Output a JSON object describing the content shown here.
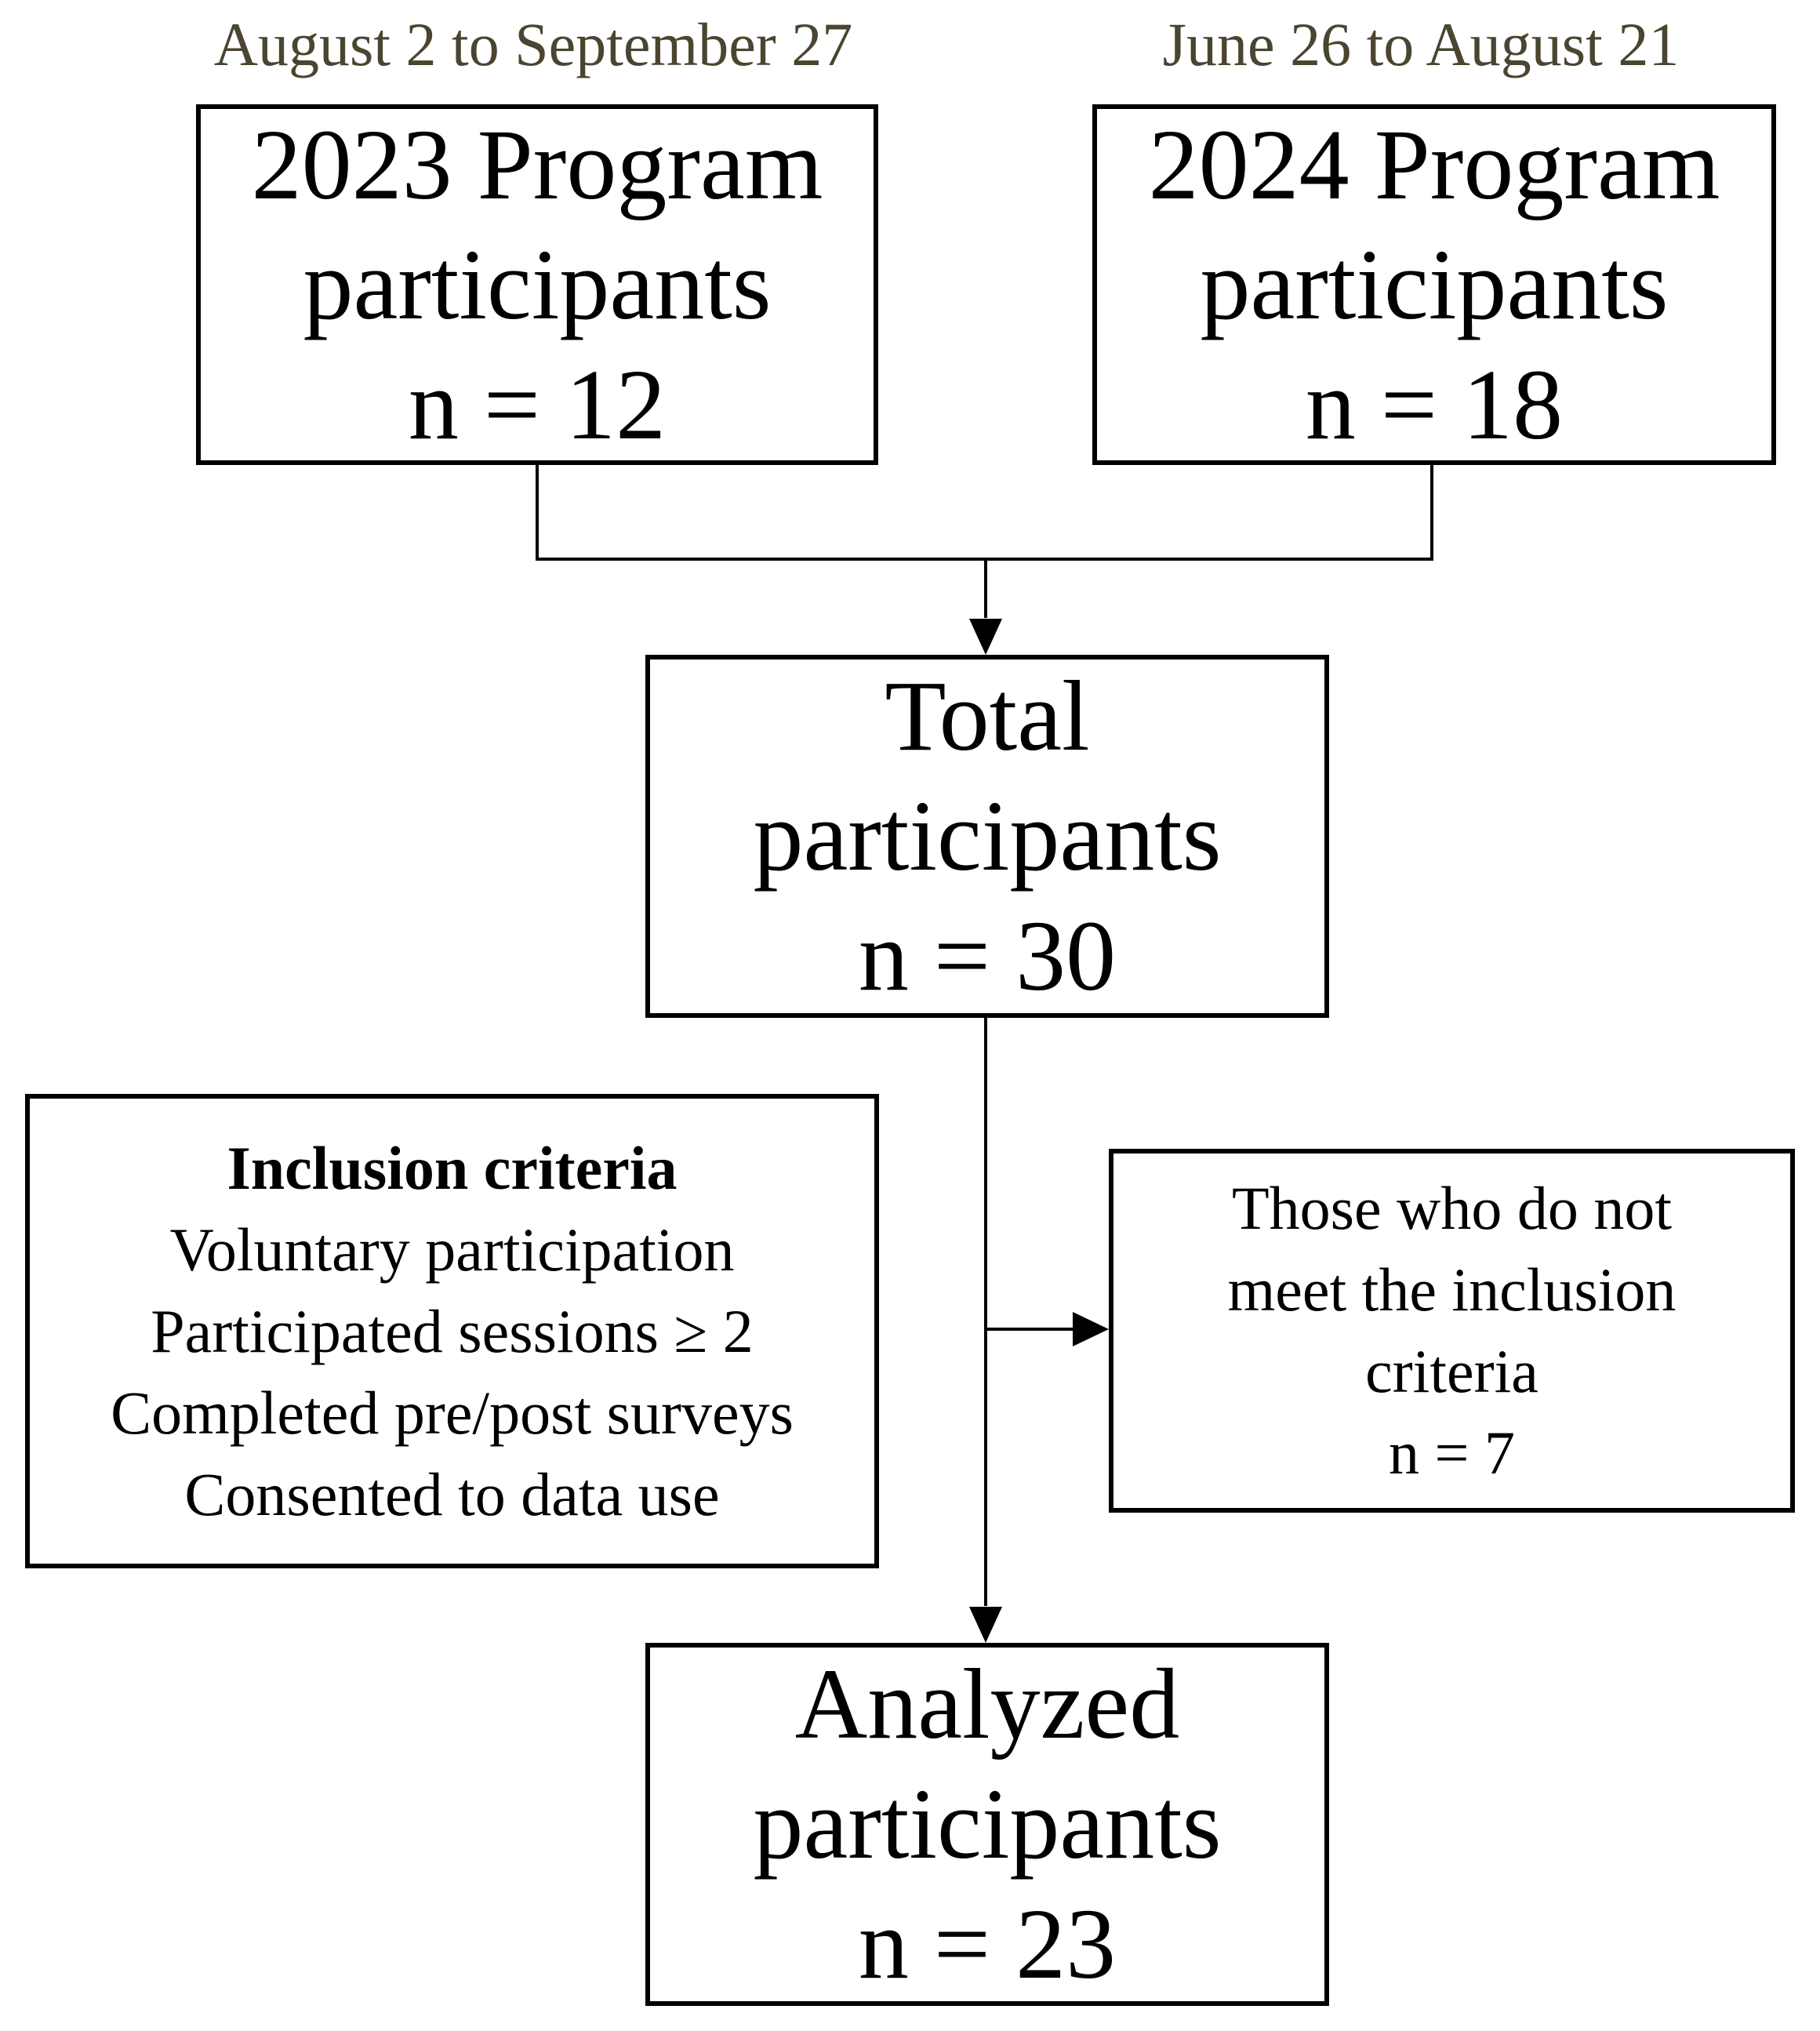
{
  "colors": {
    "date_text": "#4a4530",
    "stroke": "#000000",
    "text": "#000000",
    "background": "#ffffff"
  },
  "dates": {
    "program_2023": "August 2 to September 27",
    "program_2024": "June 26 to August 21"
  },
  "boxes": {
    "program_2023": {
      "line1": "2023 Program",
      "line2": "participants",
      "line3": "n = 12"
    },
    "program_2024": {
      "line1": "2024 Program",
      "line2": "participants",
      "line3": "n = 18"
    },
    "total": {
      "line1": "Total",
      "line2": "participants",
      "line3": "n = 30"
    },
    "inclusion": {
      "heading": "Inclusion criteria",
      "items": [
        "Voluntary participation",
        "Participated sessions ≥ 2",
        "Completed pre/post surveys",
        "Consented to data use"
      ]
    },
    "excluded": {
      "line1": "Those who do not",
      "line2": "meet the inclusion",
      "line3": "criteria",
      "line4": "n = 7"
    },
    "analyzed": {
      "line1": "Analyzed",
      "line2": "participants",
      "line3": "n = 23"
    }
  }
}
